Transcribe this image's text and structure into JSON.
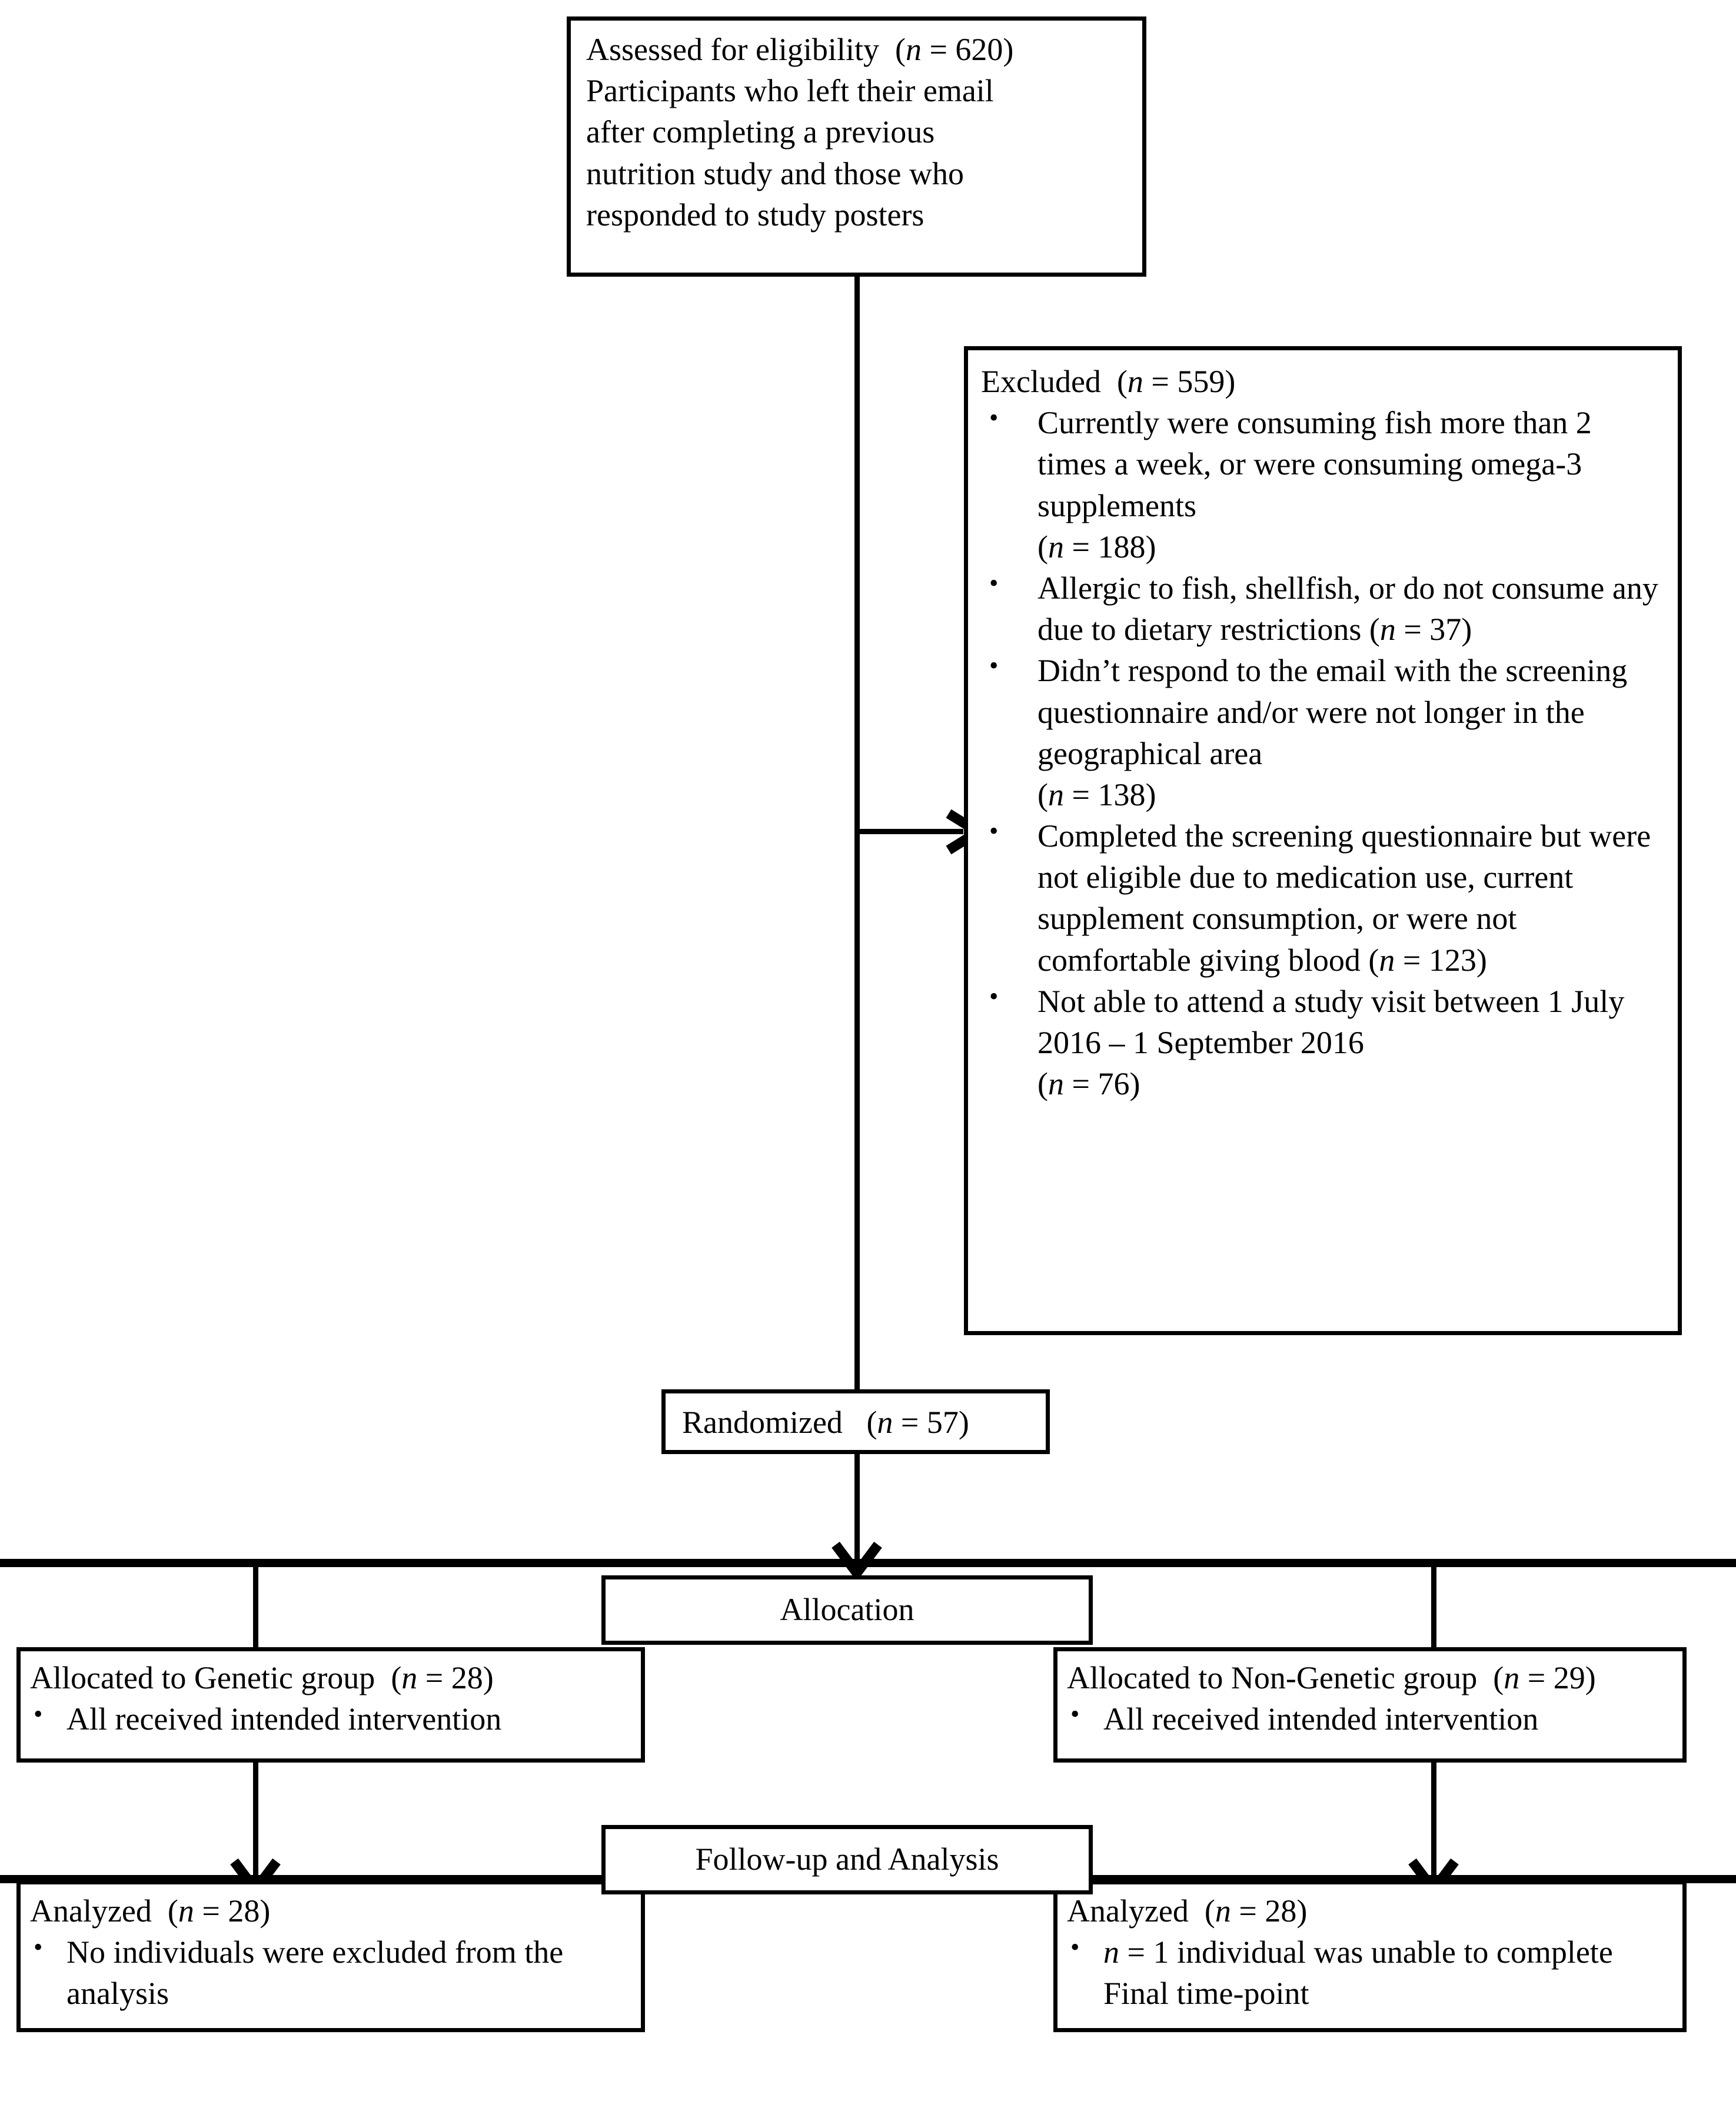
{
  "diagram": {
    "type": "CONSORT participant flow diagram",
    "nodes": {
      "enrollment": {
        "title": "Assessed for eligibility (n = 620)",
        "title_label": "Assessed for eligibility",
        "title_n": "(n = 620)",
        "lines": [
          "Participants  who left  their  email",
          "after  completing  a previous",
          "nutrition  study  and those  who",
          "responded  to study  posters"
        ]
      },
      "excluded": {
        "heading_label": "Excluded",
        "heading_n": "(n = 559)",
        "items": [
          {
            "text": "Currently  were  consuming  fish  more than 2 times  a week, or were consuming  omega-3 supplements",
            "n": "(n = 188)",
            "n_on_new_line": true
          },
          {
            "text": "Allergic  to fish,  shellfish,  or do not consume  any due to dietary restrictions",
            "n": "(n = 37)",
            "n_on_new_line": false
          },
          {
            "text": "Didn’t  respond to the email  with  the screening  questionnaire  and/or  were not longer  in the geographical  area",
            "n": "(n = 138)",
            "n_on_new_line": true
          },
          {
            "text": "Completed  the screening  questionnaire  but were not eligible due to medication  use, current supplement  consumption,  or were not comfortable  giving  blood",
            "n": "(n = 123)",
            "n_on_new_line": false
          },
          {
            "text": "Not able to attend  a study  visit between  1 July  2016 – 1 September 2016",
            "n": "(n = 76)",
            "n_on_new_line": true
          }
        ]
      },
      "randomized": {
        "label": "Randomized",
        "n": "(n = 57)"
      },
      "allocation_band": {
        "label": "Allocation"
      },
      "allocated_left": {
        "title_label": "Allocated to Genetic  group",
        "title_n": "(n = 28)",
        "bullets": [
          "All  received  intended  intervention"
        ]
      },
      "allocated_right": {
        "title_label": "Allocated to Non-Genetic  group",
        "title_n": "(n = 29)",
        "bullets": [
          "All  received  intended  intervention"
        ]
      },
      "followup_band": {
        "label": "Follow-up  and Analysis"
      },
      "analyzed_left": {
        "title_label": "Analyzed",
        "title_n": "(n = 28)",
        "bullets": [
          "No individuals  were  excluded from  the analysis"
        ]
      },
      "analyzed_right": {
        "title_label": "Analyzed",
        "title_n": "(n = 28)",
        "bullets_prefix_n": "n = 1",
        "bullets": [
          "individual  was unable  to complete  Final  time-point"
        ]
      }
    },
    "colors": {
      "stroke": "#000000",
      "background": "#ffffff",
      "text": "#000000"
    }
  }
}
